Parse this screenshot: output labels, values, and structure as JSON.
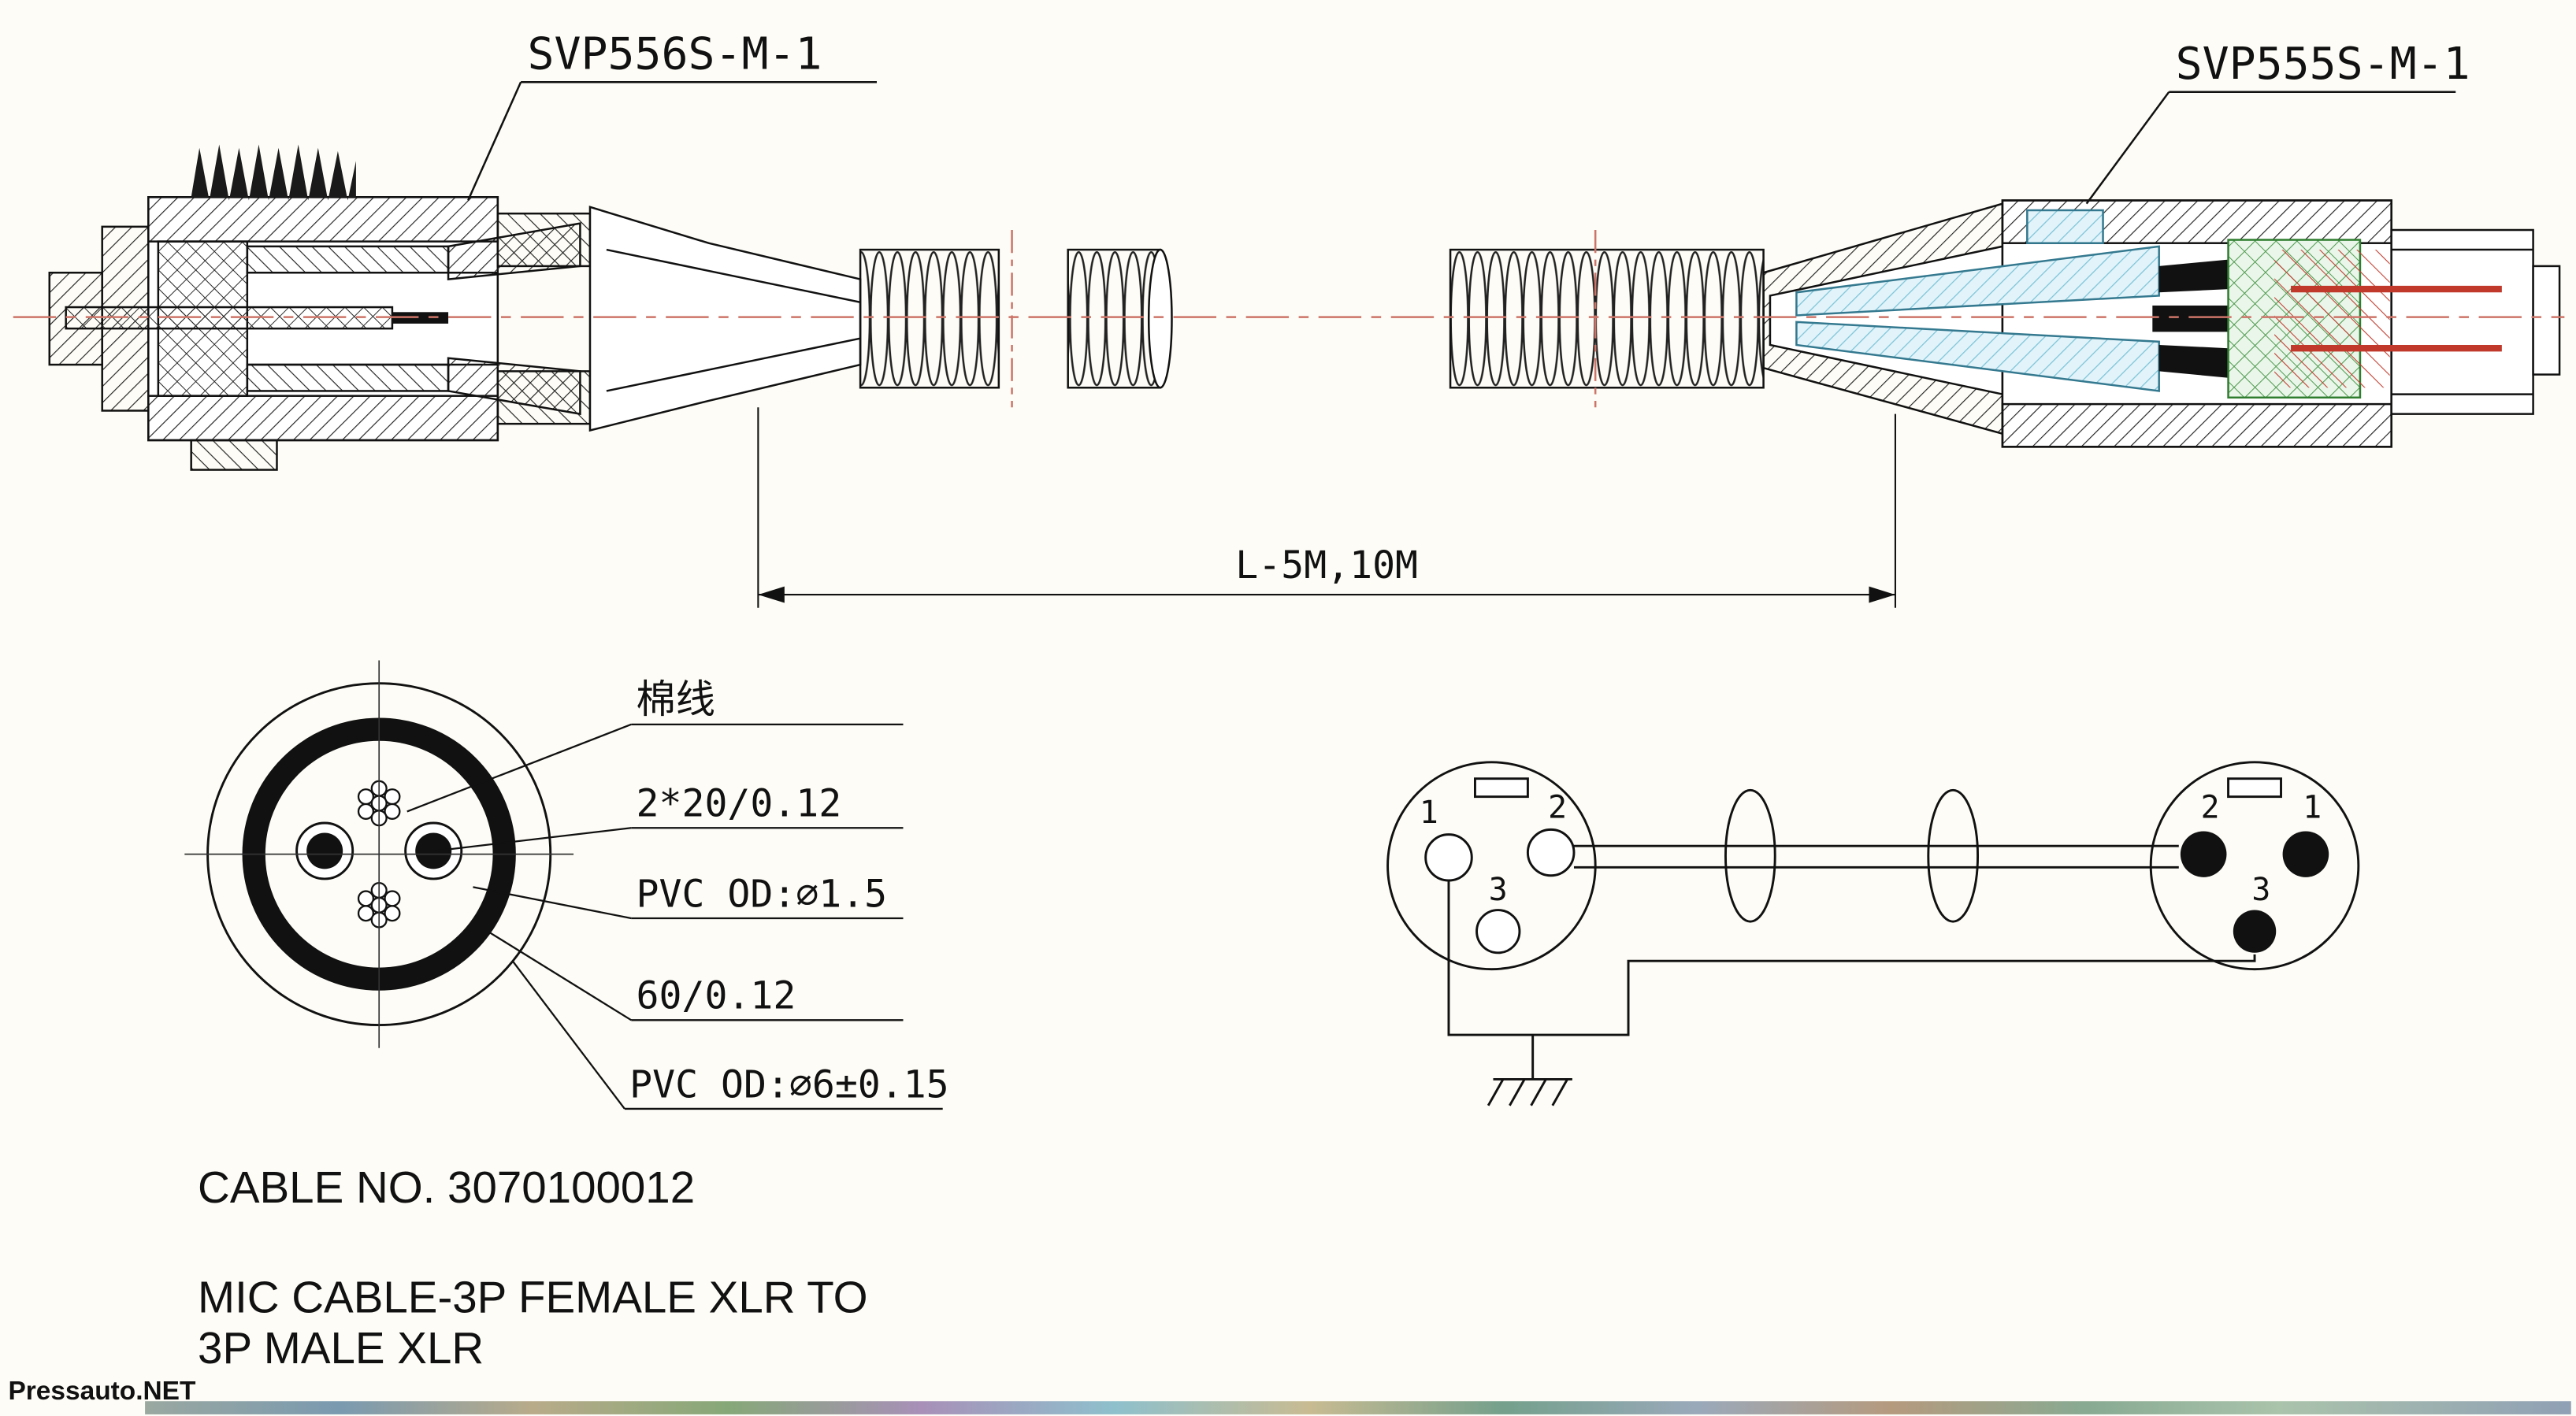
{
  "drawing": {
    "left_connector_label": "SVP556S-M-1",
    "right_connector_label": "SVP555S-M-1",
    "dimension_label": "L-5M,10M"
  },
  "cross_section_labels": {
    "cotton": "棉线",
    "conductors": "2*20/0.12",
    "pvc_inner": "PVC OD:∅1.5",
    "braid": "60/0.12",
    "pvc_outer": "PVC OD:∅6±0.15"
  },
  "pinout": {
    "left": {
      "pin1": "1",
      "pin2": "2",
      "pin3": "3"
    },
    "right": {
      "pin1": "1",
      "pin2": "2",
      "pin3": "3"
    }
  },
  "footer": {
    "cable_no": "CABLE NO. 3070100012",
    "title_line1": "MIC CABLE-3P FEMALE XLR TO",
    "title_line2": "3P MALE XLR",
    "watermark": "Pressauto.NET"
  },
  "colors": {
    "centerline_red": "#cd7468",
    "pin_red": "#c0392b",
    "chuck_cyan": "#bfe3ef",
    "insert_green": "#4e9a4e",
    "watermark_navy": "#1e1e96"
  }
}
